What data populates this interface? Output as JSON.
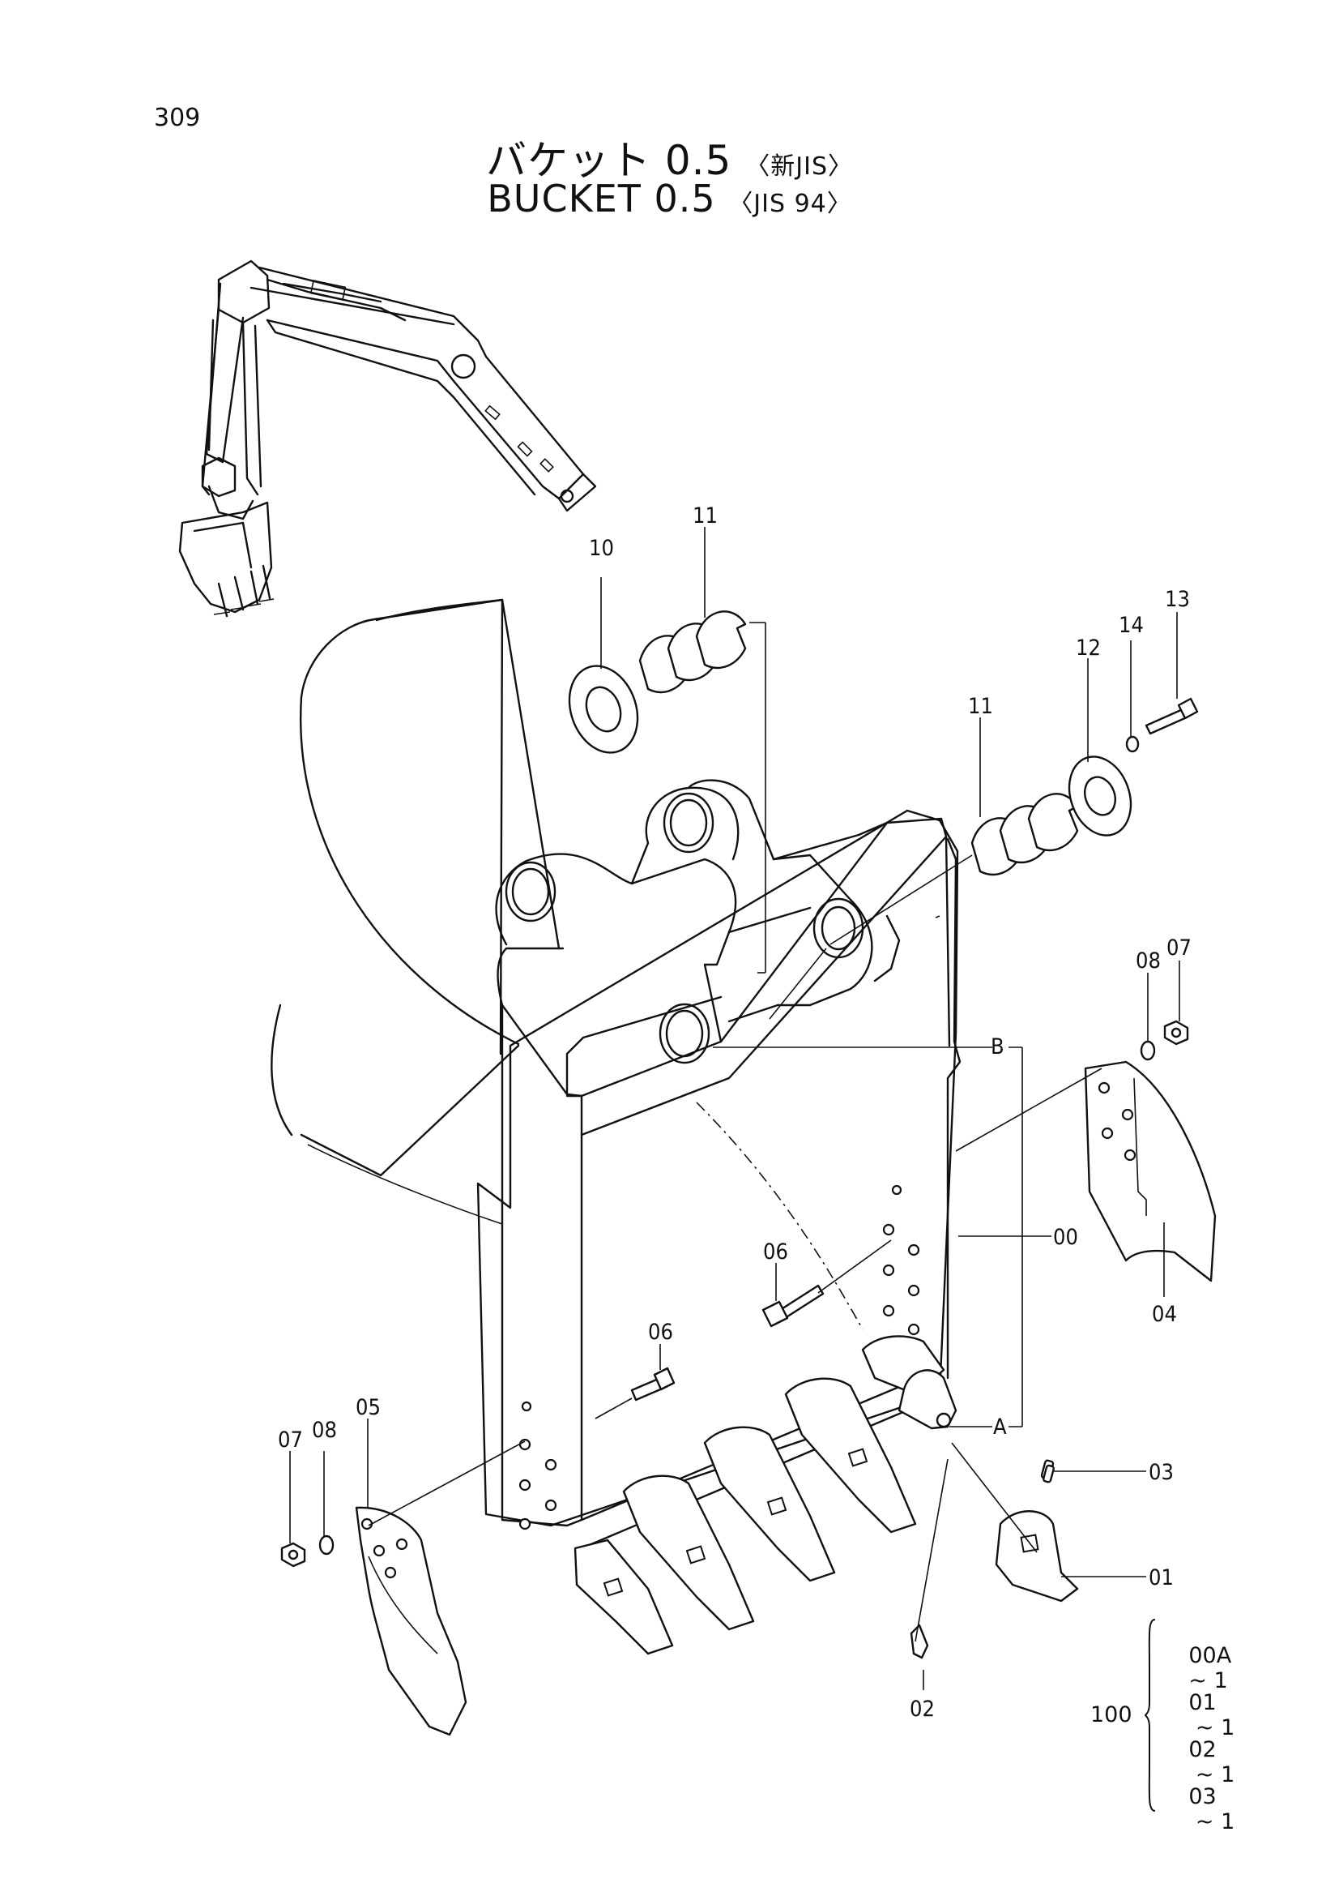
{
  "page": {
    "number": "309"
  },
  "title": {
    "jp_main": "バケット 0.5",
    "jp_sub": "〈新JIS〉",
    "en_main": "BUCKET  0.5",
    "en_sub": "〈JIS 94〉"
  },
  "callouts": {
    "c00": "00",
    "c01": "01",
    "c02": "02",
    "c03": "03",
    "c04": "04",
    "c05": "05",
    "c06a": "06",
    "c06b": "06",
    "c07a": "07",
    "c07b": "07",
    "c08a": "08",
    "c08b": "08",
    "c10": "10",
    "c11a": "11",
    "c11b": "11",
    "c12": "12",
    "c13": "13",
    "c14": "14",
    "cA": "A",
    "cB": "B"
  },
  "assembly": {
    "label": "100",
    "rows": [
      {
        "part": "00A",
        "qty": "~ 1"
      },
      {
        "part": "01",
        "qty": " ~ 1"
      },
      {
        "part": "02",
        "qty": " ~ 1"
      },
      {
        "part": "03",
        "qty": " ~ 1"
      }
    ]
  }
}
